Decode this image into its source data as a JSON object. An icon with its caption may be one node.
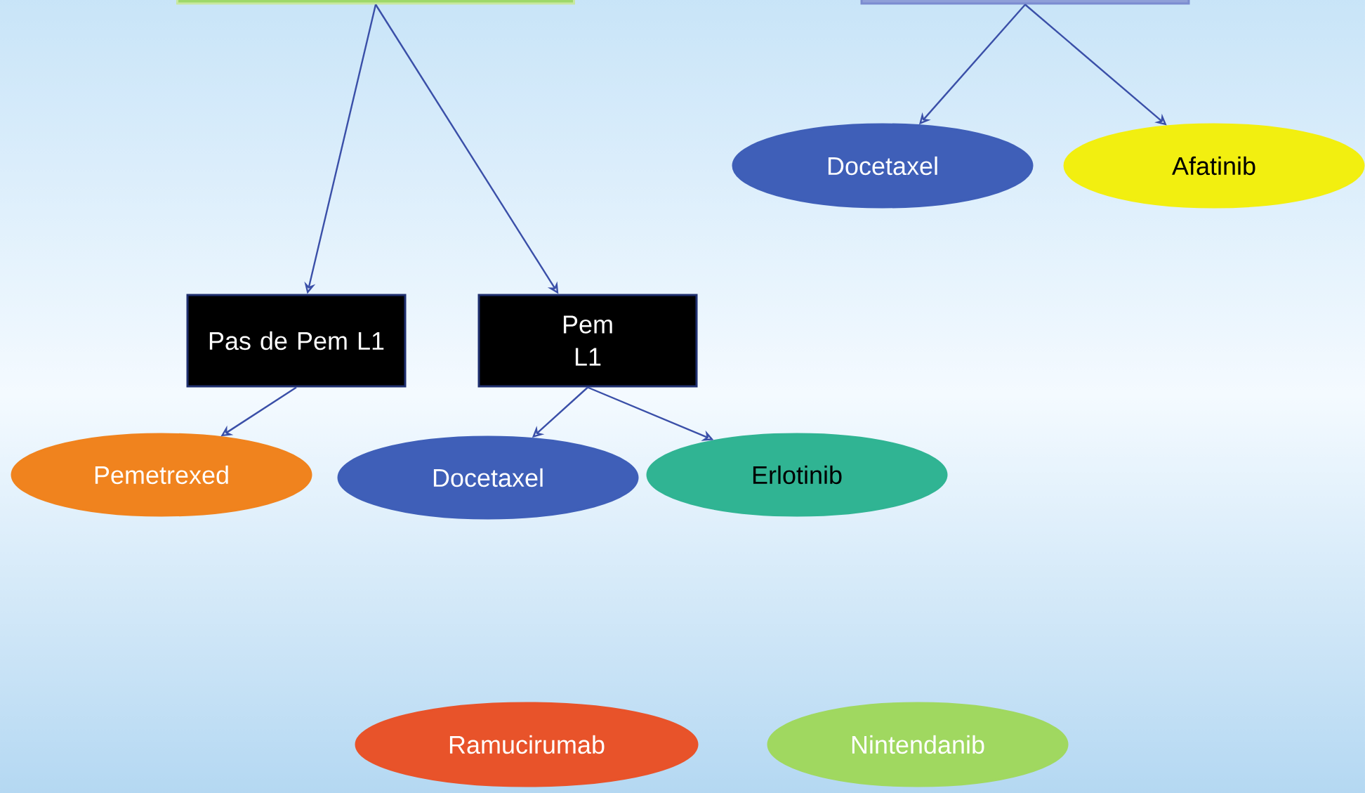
{
  "diagram": {
    "nodes": [
      {
        "text": [],
        "shape": "box"
      },
      {
        "text": [],
        "shape": "box"
      },
      {
        "text": [
          "Docetaxel"
        ]
      },
      {
        "text": [
          "Afatinib"
        ]
      },
      {
        "text": [
          "Pas de Pem L1"
        ]
      },
      {
        "text": [
          "Pem L1"
        ]
      },
      {
        "text": [
          "Pemetrexed"
        ]
      },
      {
        "text": [
          "Docetaxel"
        ]
      },
      {
        "text": [
          "Erlotinib"
        ]
      },
      {
        "text": [
          "Ramucirumab"
        ]
      },
      {
        "text": [
          "Nintendanib"
        ]
      }
    ],
    "edges": [
      {
        "from": 0,
        "to": 4,
        "arrow": "to"
      },
      {
        "from": 0,
        "to": 5,
        "arrow": "to"
      },
      {
        "from": 1,
        "to": 2,
        "arrow": "to"
      },
      {
        "from": 1,
        "to": 3,
        "arrow": "to"
      },
      {
        "from": 4,
        "to": 6,
        "arrow": "to"
      },
      {
        "from": 5,
        "to": 7,
        "arrow": "to"
      },
      {
        "from": 5,
        "to": 8,
        "arrow": "to"
      }
    ]
  }
}
